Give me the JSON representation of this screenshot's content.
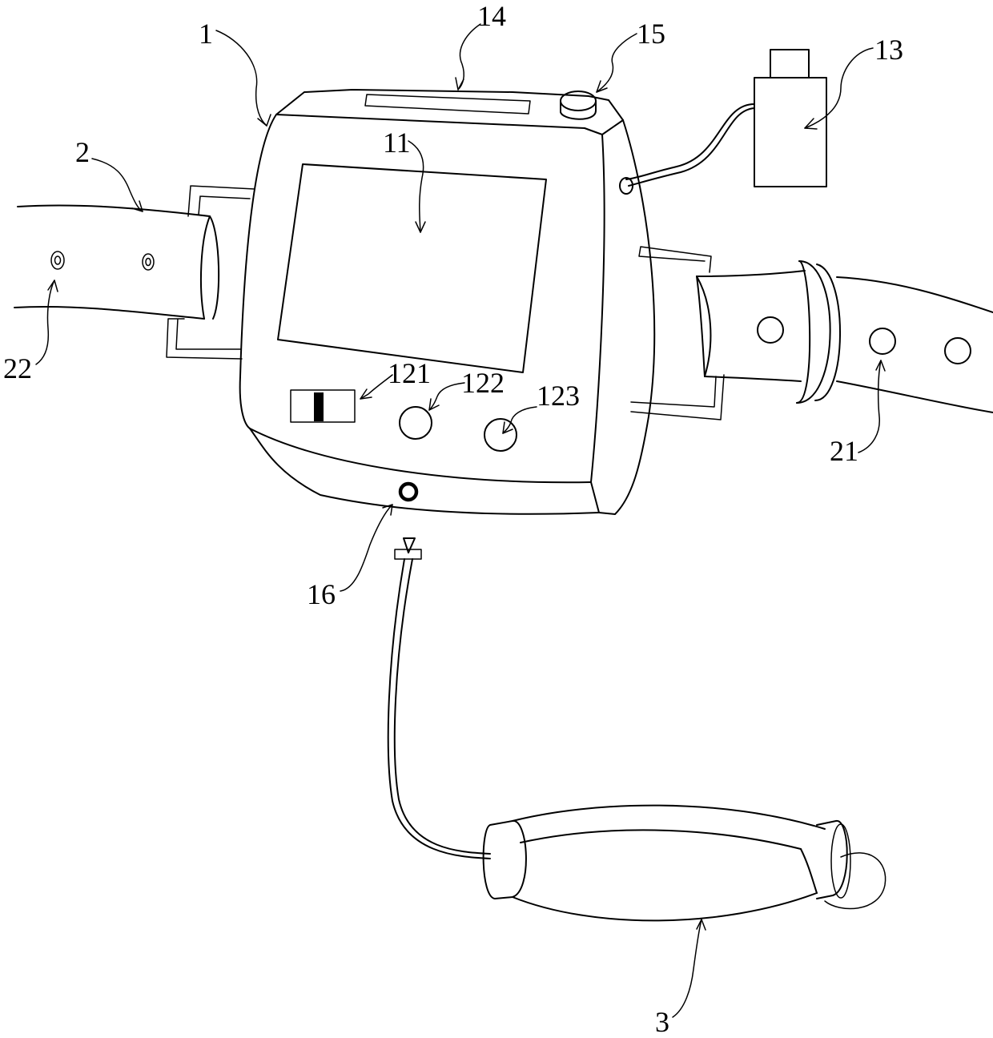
{
  "figure": {
    "labels": {
      "device": "1",
      "screen": "11",
      "switch": "121",
      "button_a": "122",
      "button_b": "123",
      "charger": "13",
      "top_slot": "14",
      "knob": "15",
      "port": "16",
      "strap": "2",
      "strap_hole": "21",
      "strap_rivet": "22",
      "cuff": "3"
    }
  }
}
